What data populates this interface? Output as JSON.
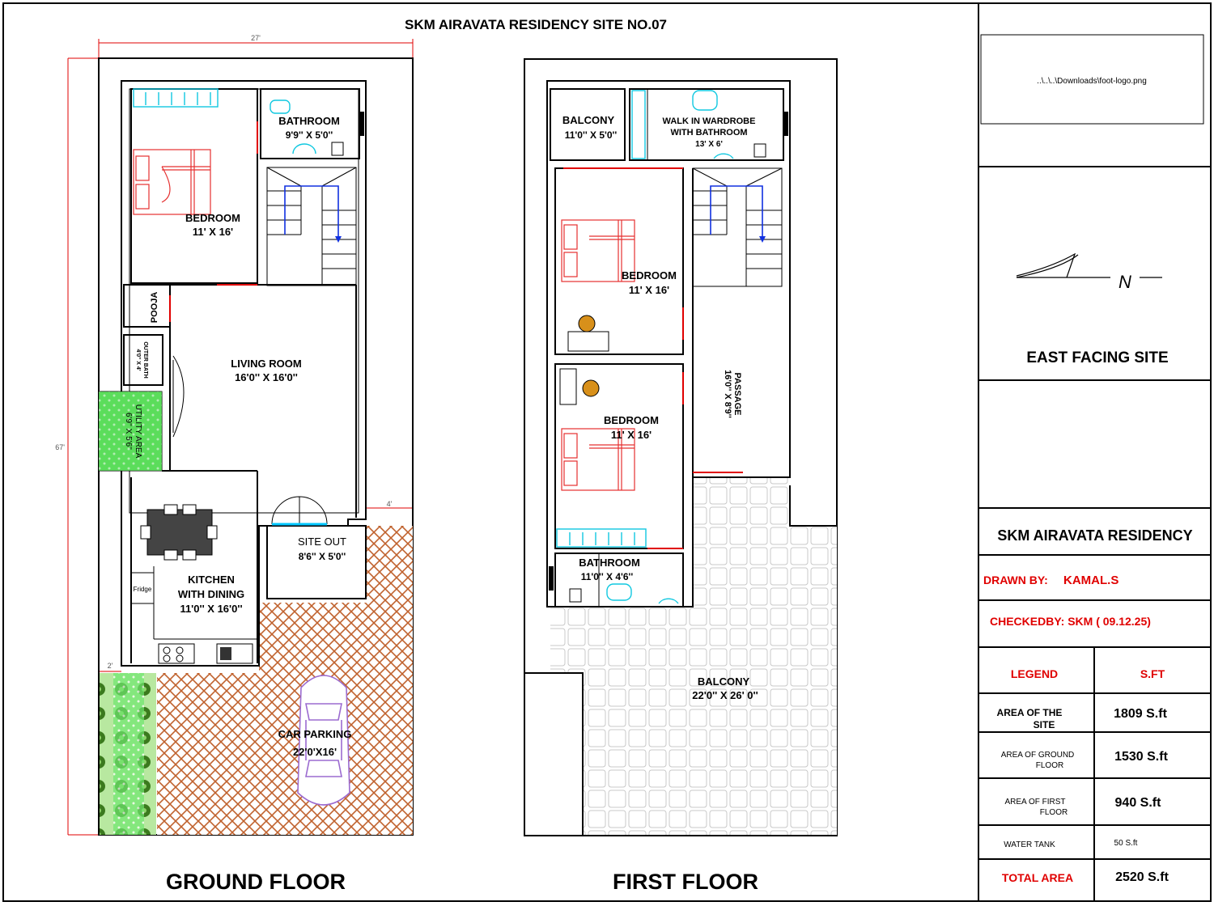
{
  "title": "SKM AIRAVATA RESIDENCY SITE NO.07",
  "ground_floor": {
    "caption": "GROUND FLOOR",
    "dims": {
      "width": "27'",
      "length": "67'",
      "side_gap": "4'",
      "front_gap": "2'"
    },
    "rooms": {
      "bathroom": {
        "name": "BATHROOM",
        "size": "9'9'' X 5'0''"
      },
      "bedroom": {
        "name": "BEDROOM",
        "size": "11' X 16'"
      },
      "pooja": {
        "name": "POOJA"
      },
      "outer_bath": {
        "name": "OUTER BATH",
        "size": "4'0'' X 4'"
      },
      "living": {
        "name": "LIVING ROOM",
        "size": "16'0'' X 16'0''"
      },
      "utility": {
        "name": "UTILITY AREA",
        "size": "6'9'' X 5'6''"
      },
      "kitchen": {
        "name": "KITCHEN",
        "name2": "WITH DINING",
        "size": "11'0'' X 16'0''"
      },
      "fridge": {
        "name": "Fridge"
      },
      "siteout": {
        "name": "SITE OUT",
        "size": "8'6'' X 5'0''"
      },
      "parking": {
        "name": "CAR PARKING",
        "size": "22'0'X16'"
      }
    }
  },
  "first_floor": {
    "caption": "FIRST FLOOR",
    "rooms": {
      "balcony_top": {
        "name": "BALCONY",
        "size": "11'0'' X 5'0''"
      },
      "wardrobe": {
        "name": "WALK IN WARDROBE",
        "name2": "WITH BATHROOM",
        "size": "13' X 6'"
      },
      "bedroom1": {
        "name": "BEDROOM",
        "size": "11' X 16'"
      },
      "bedroom2": {
        "name": "BEDROOM",
        "size": "11' X 16'"
      },
      "passage": {
        "name": "PASSAGE",
        "size": "16'0'' X 8'9''"
      },
      "bathroom": {
        "name": "BATHROOM",
        "size": "11'0'' X 4'6''"
      },
      "balcony_front": {
        "name": "BALCONY",
        "size": "22'0'' X 26' 0''"
      }
    }
  },
  "title_block": {
    "logo_path": "..\\..\\..\\Downloads\\foot-logo.png",
    "north_label": "N",
    "facing": "EAST FACING SITE",
    "project": "SKM AIRAVATA RESIDENCY",
    "drawn_label": "DRAWN BY:",
    "drawn_name": "KAMAL.S",
    "checked": "CHECKEDBY: SKM ( 09.12.25)",
    "legend_header": "LEGEND",
    "sft_header": "S.FT",
    "rows": [
      {
        "label1": "AREA OF THE",
        "label2": "SITE",
        "value": "1809 S.ft"
      },
      {
        "label1": "AREA OF GROUND",
        "label2": "FLOOR",
        "value": "1530 S.ft"
      },
      {
        "label1": "AREA OF FIRST",
        "label2": "FLOOR",
        "value": "940 S.ft"
      },
      {
        "label1": "WATER TANK",
        "label2": "",
        "value": "50 S.ft"
      }
    ],
    "total_label": "TOTAL AREA",
    "total_value": "2520 S.ft"
  },
  "colors": {
    "red": "#e00000",
    "cyan": "#10c8e0",
    "green": "#2ecc40",
    "hatch": "#c0622e",
    "car": "#9b6bd0"
  }
}
